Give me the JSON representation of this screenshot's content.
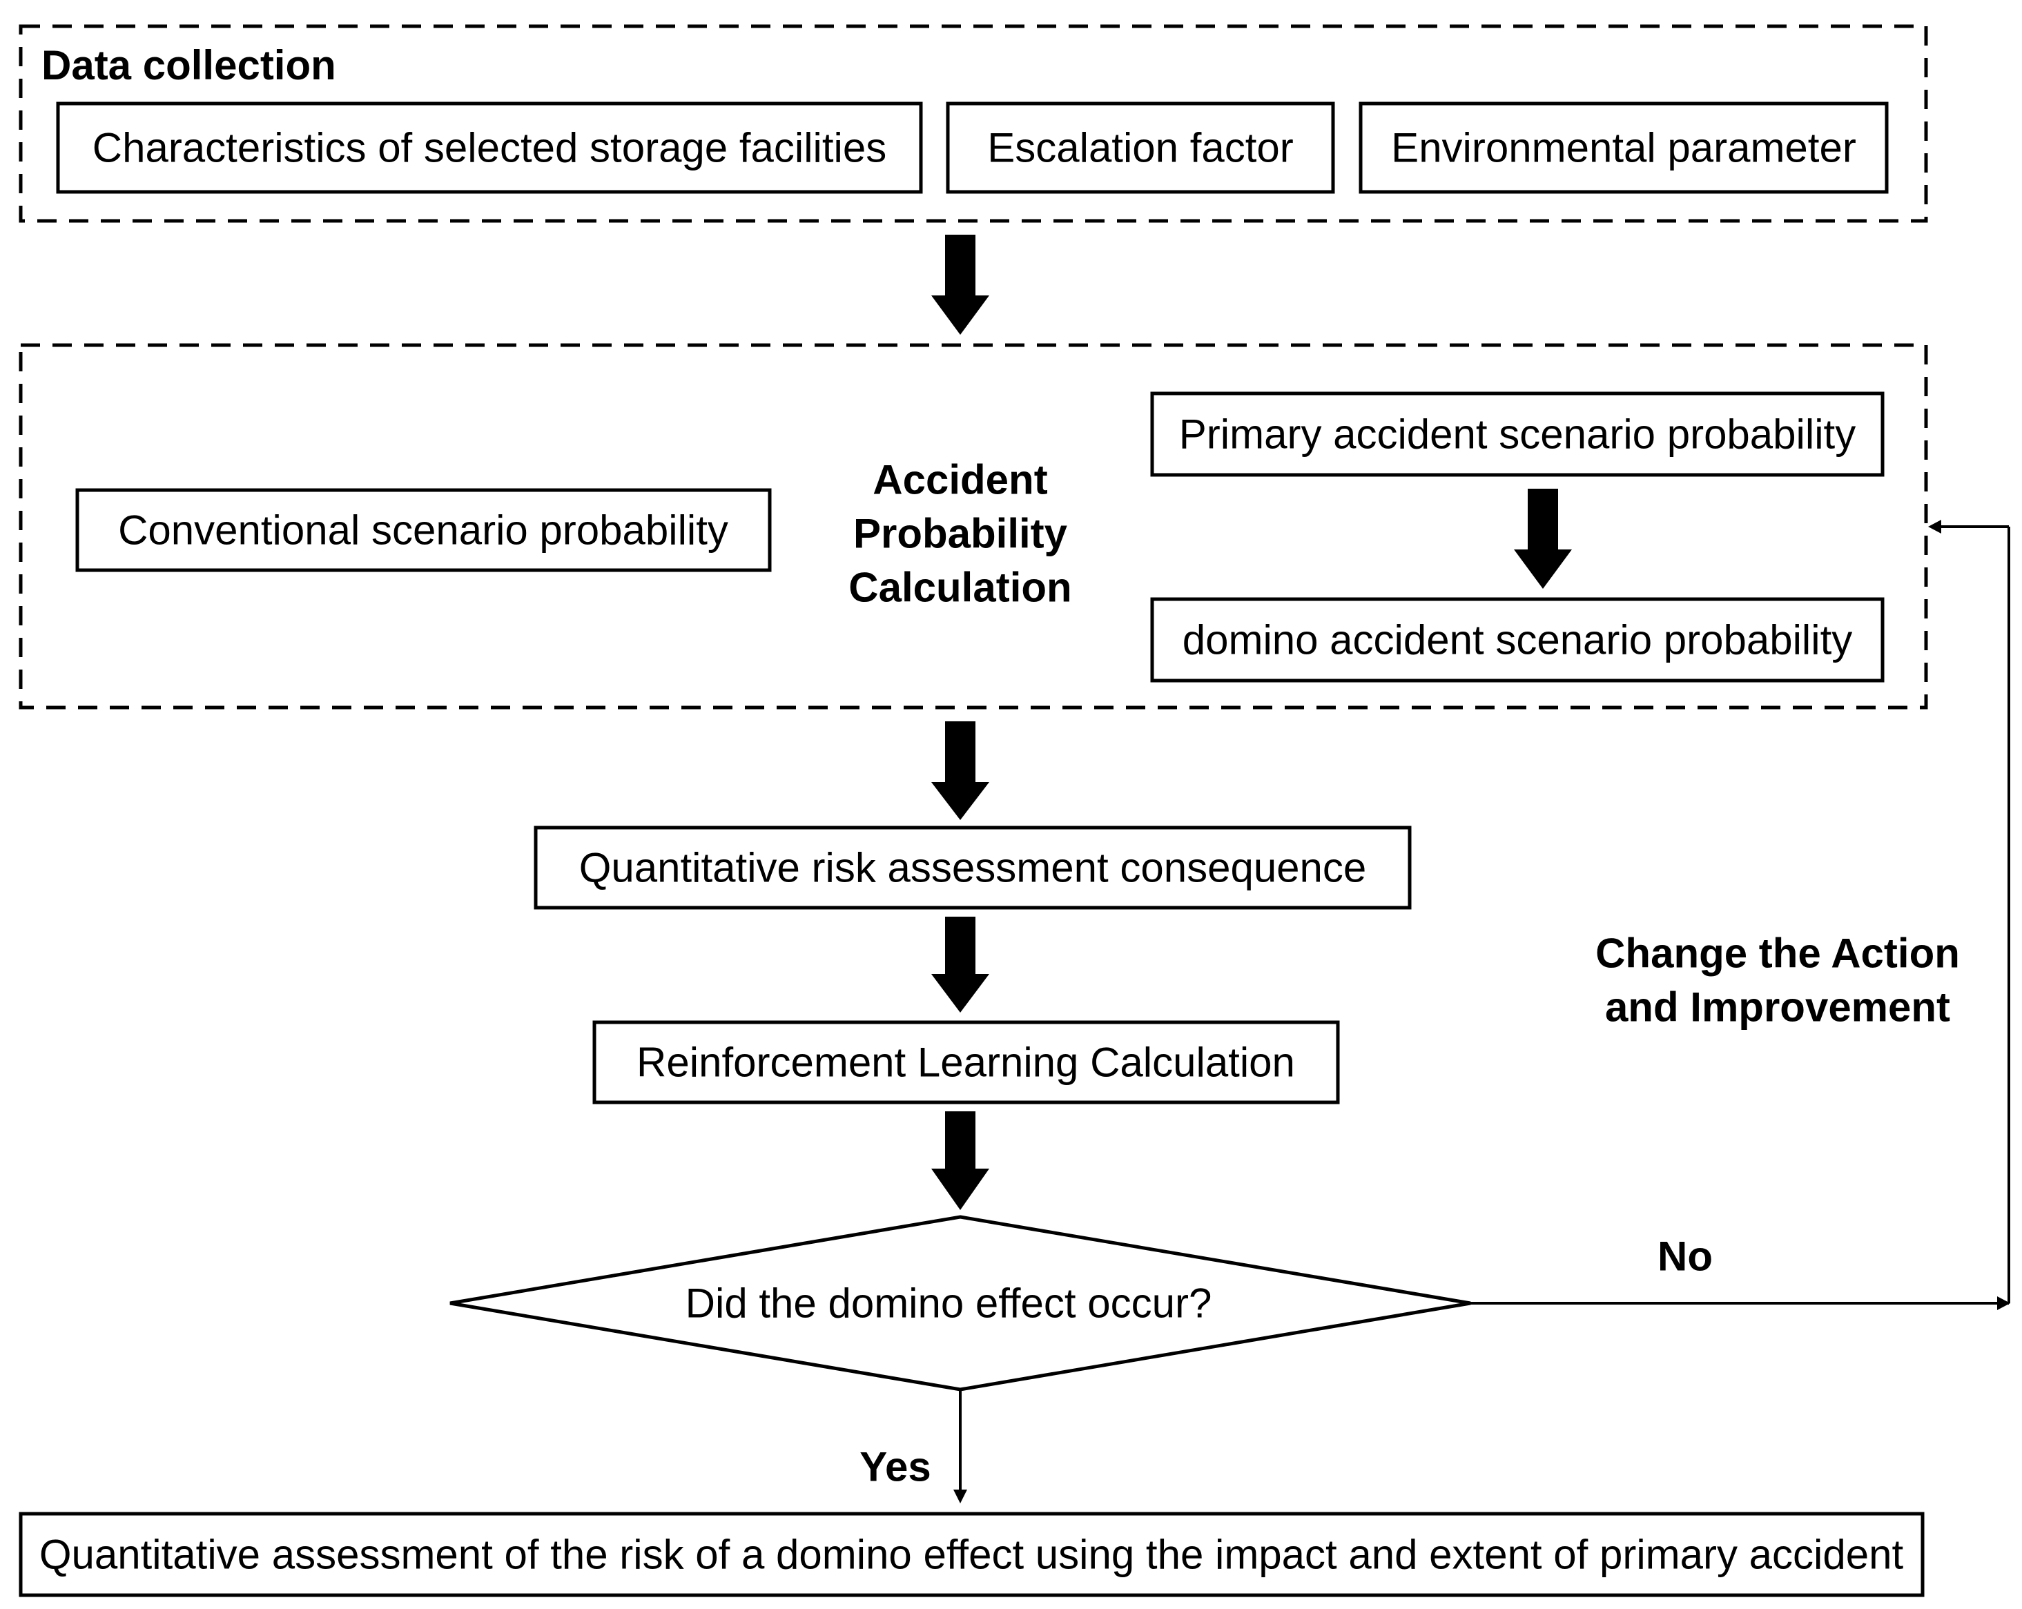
{
  "data_collection": {
    "title": "Data collection",
    "items": [
      "Characteristics of selected storage facilities",
      "Escalation factor",
      "Environmental parameter"
    ]
  },
  "probability": {
    "title_lines": [
      "Accident",
      "Probability",
      "Calculation"
    ],
    "conventional": "Conventional scenario probability",
    "primary": "Primary accident scenario probability",
    "domino": "domino accident scenario probability"
  },
  "consequence": "Quantitative risk assessment consequence",
  "reinforcement": "Reinforcement Learning Calculation",
  "decision": {
    "question": "Did the domino effect occur?",
    "no_label": "No",
    "yes_label": "Yes"
  },
  "feedback_lines": [
    "Change the Action",
    "and Improvement"
  ],
  "final": "Quantitative assessment of the risk of a domino effect using the impact and extent of primary accident"
}
